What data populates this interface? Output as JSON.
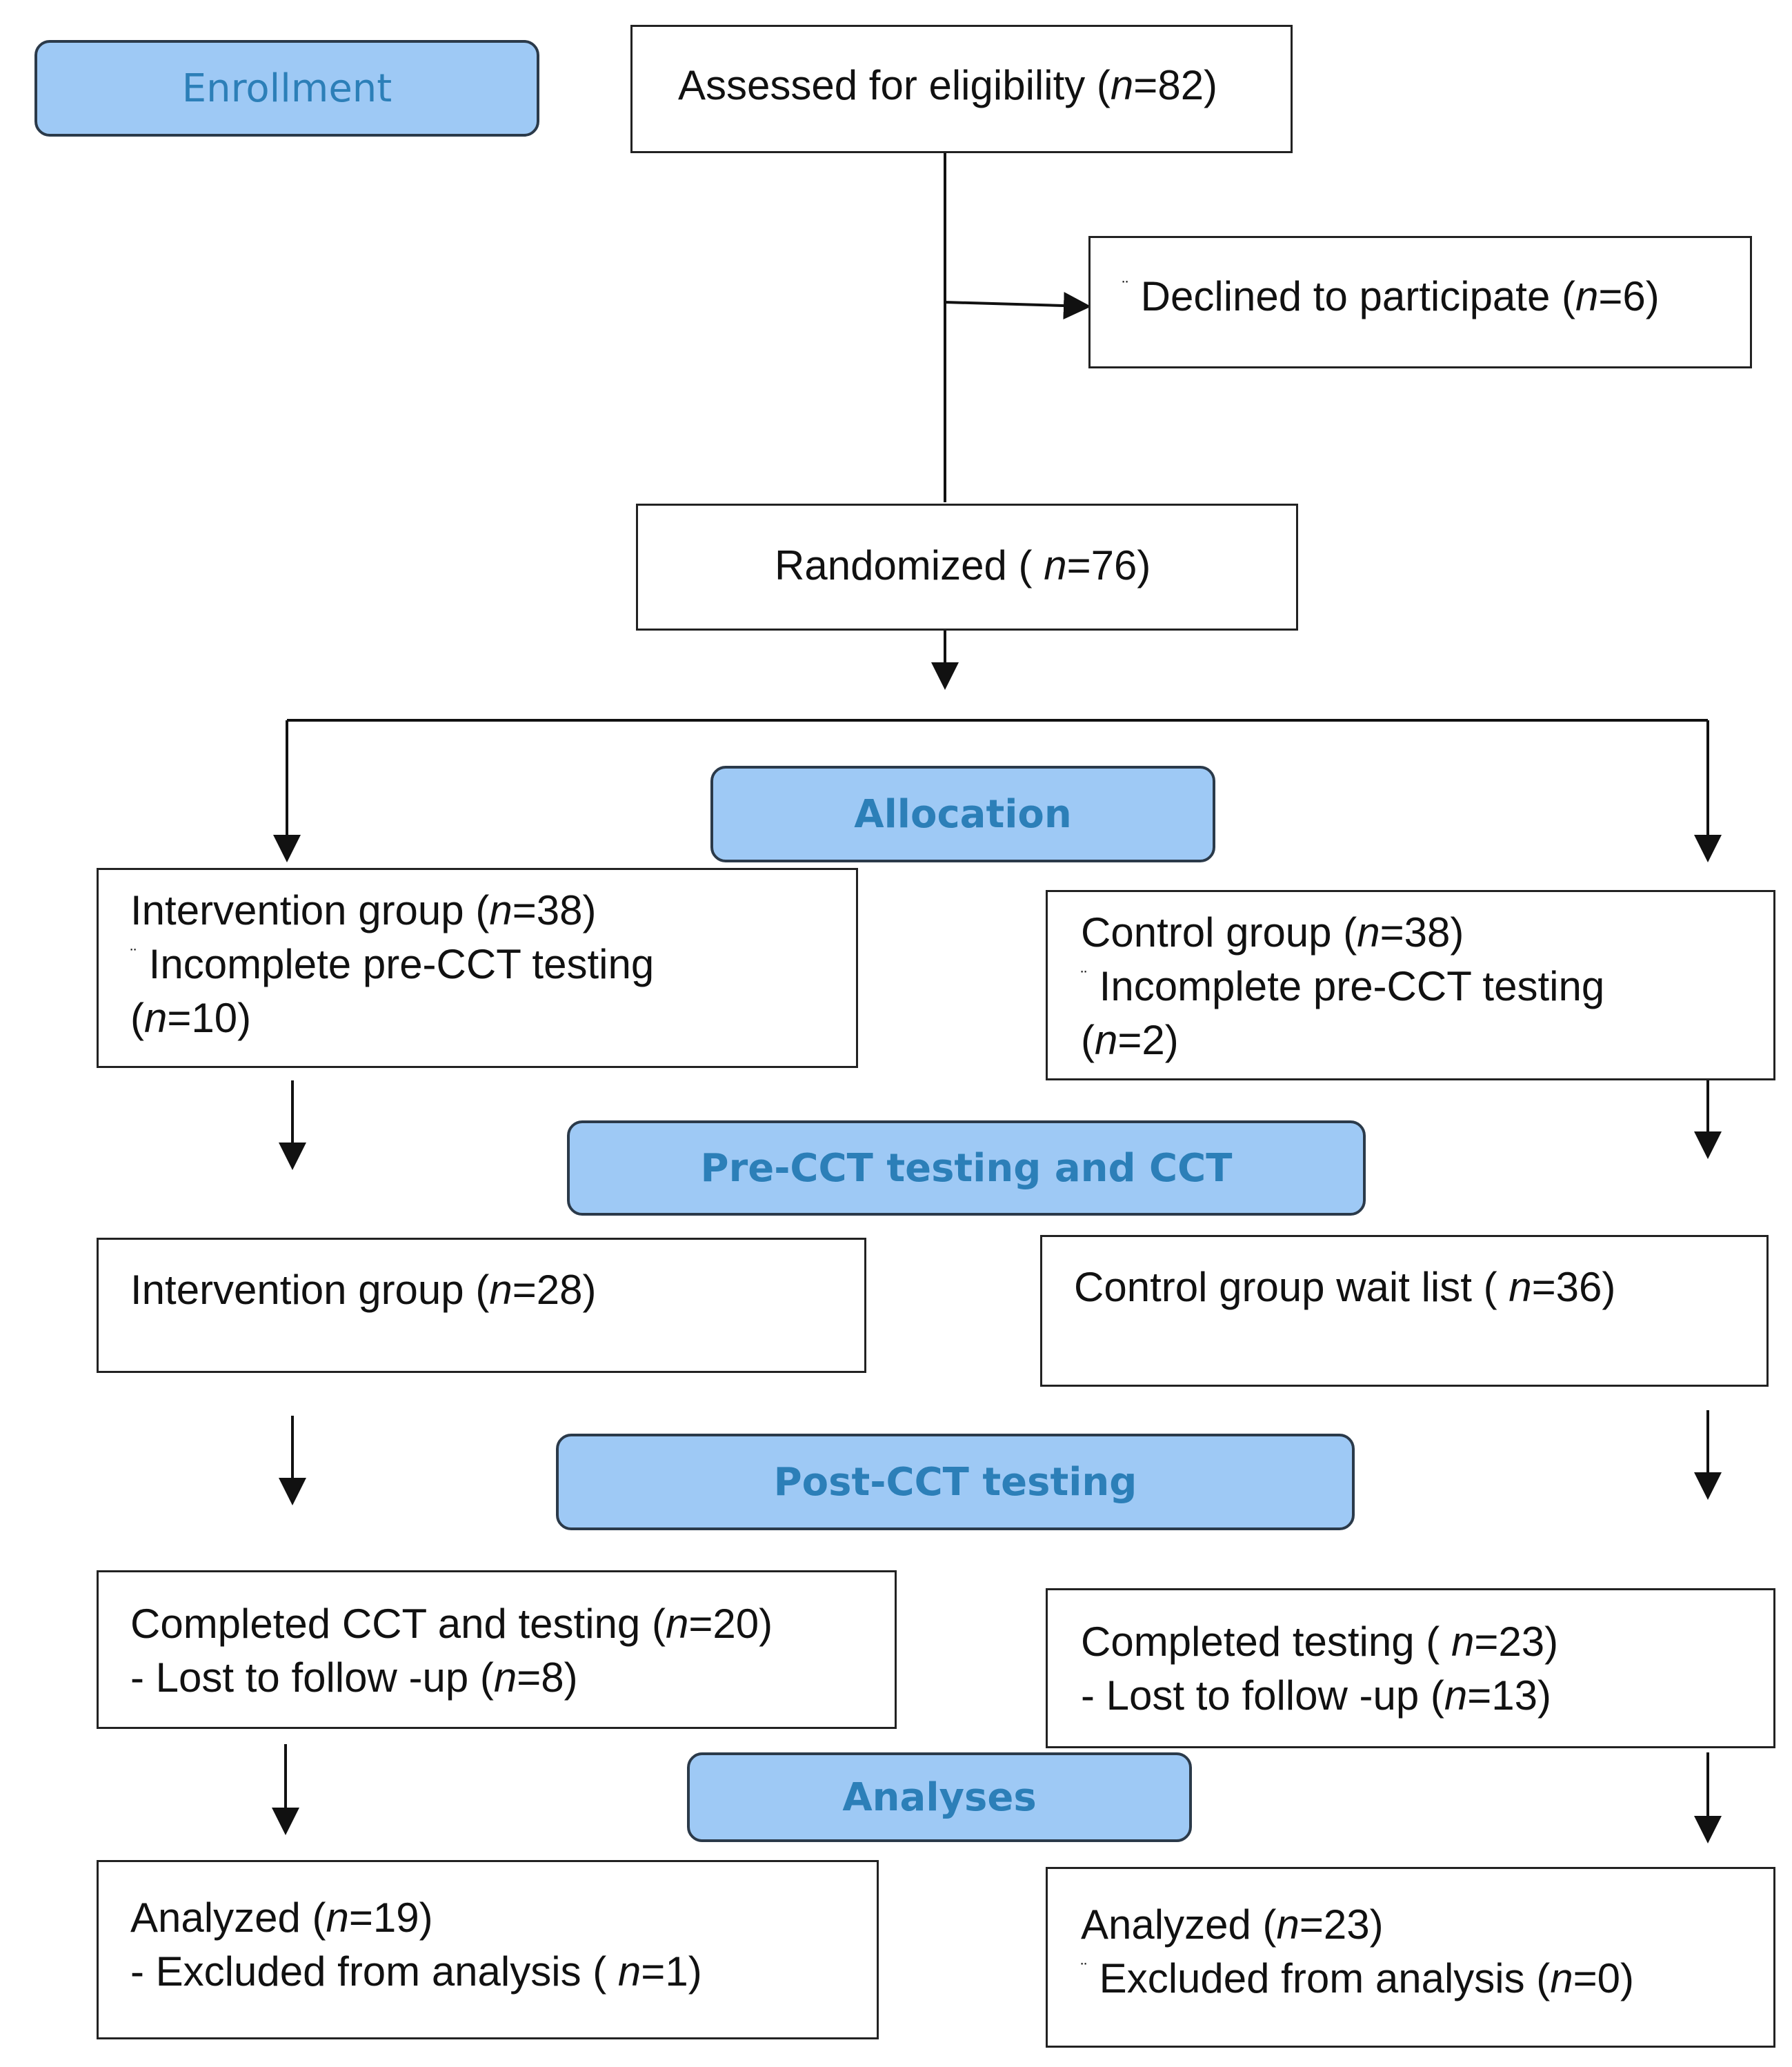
{
  "stages": {
    "enrollment": "Enrollment",
    "allocation": "Allocation",
    "pre_cct": "Pre-CCT testing and CCT",
    "post_cct": "Post-CCT testing",
    "analyses": "Analyses"
  },
  "boxes": {
    "assessed": {
      "label": "Assessed for eligibility (",
      "n": "n",
      "value": "=82)"
    },
    "declined": {
      "bullet": "¨",
      "label": "Declined to participate (",
      "n": "n",
      "value": "=6)"
    },
    "randomized": {
      "label": "Randomized ( ",
      "n": "n",
      "value": "=76)"
    },
    "intervention_alloc": {
      "line1_label": "Intervention group (",
      "line1_n": "n",
      "line1_value": "=38)",
      "bullet": "¨",
      "line2": "Incomplete  pre-CCT testing",
      "line3_prefix": "(",
      "line3_n": "n",
      "line3_value": "=10)"
    },
    "control_alloc": {
      "line1_label": "Control group (",
      "line1_n": "n",
      "line1_value": "=38)",
      "bullet": "¨",
      "line2": "Incomplete  pre-CCT testing",
      "line3_prefix": "(",
      "line3_n": "n",
      "line3_value": "=2)"
    },
    "intervention_pre": {
      "label": "Intervention group (",
      "n": "n",
      "value": "=28)"
    },
    "control_pre": {
      "label": "Control group wait list ( ",
      "n": "n",
      "value": "=36)"
    },
    "intervention_post": {
      "line1_label": "Completed  CCT and testing (",
      "line1_n": "n",
      "line1_value": "=20)",
      "line2_label": "- Lost to follow -up (",
      "line2_n": "n",
      "line2_value": "=8)"
    },
    "control_post": {
      "line1_label": "Completed testing ( ",
      "line1_n": "n",
      "line1_value": "=23)",
      "line2_label": "- Lost to follow -up (",
      "line2_n": "n",
      "line2_value": "=13)"
    },
    "intervention_analysis": {
      "line1_label": "Analyzed (",
      "line1_n": "n",
      "line1_value": "=19)",
      "line2_label": "- Excluded from analysis ( ",
      "line2_n": "n",
      "line2_value": "=1)"
    },
    "control_analysis": {
      "line1_label": "Analyzed (",
      "line1_n": "n",
      "line1_value": "=23)",
      "bullet": "¨",
      "line2_label": "Excluded  from analysis (",
      "line2_n": "n",
      "line2_value": "=0)"
    }
  },
  "colors": {
    "stage_fill": "#9ec9f5",
    "stage_text": "#2c7fb8",
    "line": "#111111"
  }
}
